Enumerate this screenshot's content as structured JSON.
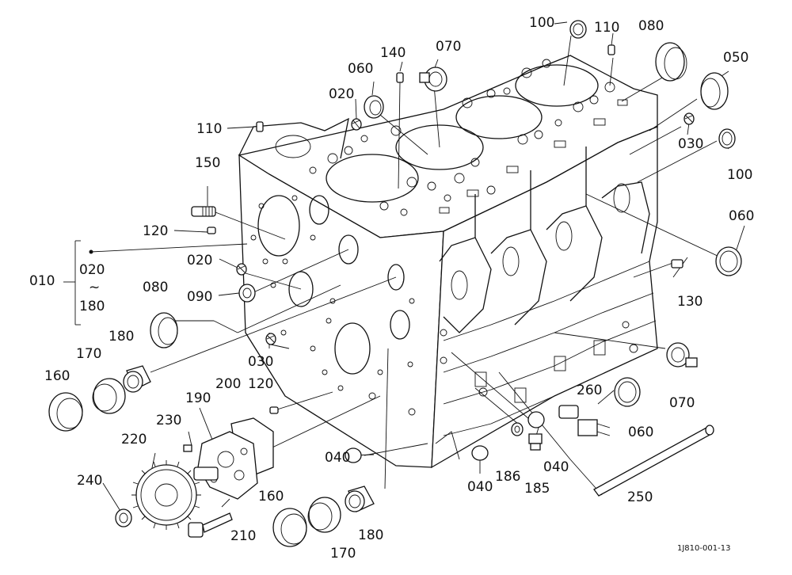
{
  "callouts": {
    "c100a": "100",
    "c110a": "110",
    "c080a": "080",
    "c050": "050",
    "c140": "140",
    "c070a": "070",
    "c060a": "060",
    "c020a": "020",
    "c110b": "110",
    "c030a": "030",
    "c100b": "100",
    "c150": "150",
    "c060b": "060",
    "c120a": "120",
    "c020b": "020",
    "c010": "010",
    "c020c": "020",
    "c180a": "180",
    "c080b": "080",
    "c090": "090",
    "c130": "130",
    "c180b": "180",
    "c030b": "030",
    "c160a": "160",
    "c170a": "170",
    "c120b": "120",
    "c070b": "070",
    "c200": "200",
    "c190": "190",
    "c260": "260",
    "c230": "230",
    "c060c": "060",
    "c220": "220",
    "c040a": "040",
    "c186": "186",
    "c040b": "040",
    "c240": "240",
    "c040c": "040",
    "c185": "185",
    "c250": "250",
    "c160b": "160",
    "c210": "210",
    "c170b": "170",
    "c180c": "180"
  },
  "range_symbol": "~",
  "drawing_code": "1J810-001-13"
}
